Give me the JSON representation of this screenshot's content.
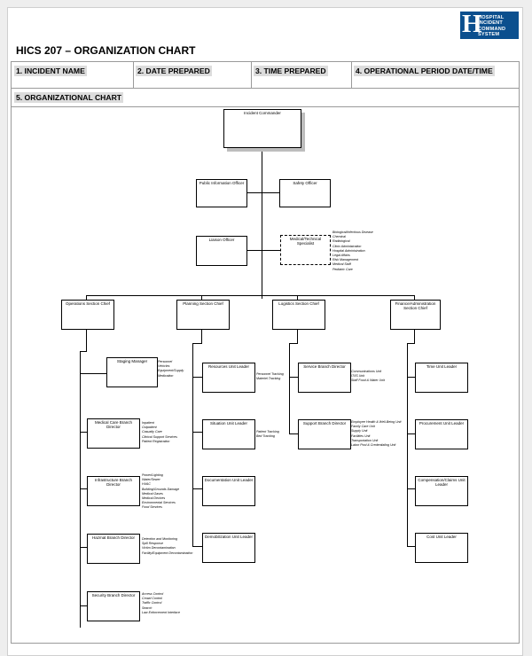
{
  "logo": {
    "letter": "H",
    "lines": [
      "HOSPITAL",
      "INCIDENT",
      "COMMAND",
      "SYSTEM"
    ],
    "color": "#0b4f8e"
  },
  "title": "HICS 207 – ORGANIZATION CHART",
  "header_fields": [
    {
      "label": "1. INCIDENT NAME"
    },
    {
      "label": "2. DATE PREPARED"
    },
    {
      "label": "3. TIME PREPARED"
    },
    {
      "label": "4. OPERATIONAL PERIOD DATE/TIME"
    }
  ],
  "section5_label": "5. ORGANIZATIONAL CHART",
  "positions": {
    "incident_commander": "Incident Commander",
    "public_information_officer": "Public Information Officer",
    "safety_officer": "Safety Officer",
    "liaison_officer": "Liaison Officer",
    "medical_technical_specialist": "Medical/Technical Specialist",
    "operations_section_chief": "Operations Section Chief",
    "planning_section_chief": "Planning Section Chief",
    "logistics_section_chief": "Logistics Section Chief",
    "finance_admin_section_chief": "Finance/Administration Section Chief",
    "staging_manager": "Staging Manager",
    "medical_care_branch_director": "Medical Care Branch Director",
    "infrastructure_branch_director": "Infrastructure Branch Director",
    "hazmat_branch_director": "Hazmat Branch Director",
    "security_branch_director": "Security Branch Director",
    "resources_unit_leader": "Resources Unit Leader",
    "situation_unit_leader": "Situation Unit Leader",
    "documentation_unit_leader": "Documentation Unit Leader",
    "demobilization_unit_leader": "Demobilization Unit Leader",
    "service_branch_director": "Service Branch Director",
    "support_branch_director": "Support Branch Director",
    "time_unit_leader": "Time Unit Leader",
    "procurement_unit_leader": "Procurement Unit Leader",
    "compensation_claims_unit_leader": "Compensation/Claims Unit Leader",
    "cost_unit_leader": "Cost Unit Leader"
  },
  "specialist_list": [
    "Biological/Infectious Disease",
    "Chemical",
    "Radiological",
    "Clinic Administration",
    "Hospital Administration",
    "Legal Affairs",
    "Risk Management",
    "Medical Staff",
    "Pediatric Care"
  ],
  "staging_list": [
    "Personnel",
    "Vehicles",
    "Equipment/Supply",
    "Medication"
  ],
  "medical_care_list": [
    "Inpatient",
    "Outpatient",
    "Casualty Care",
    "Clinical Support Services",
    "Patient Registration"
  ],
  "infrastructure_list": [
    "Power/Lighting",
    "Water/Sewer",
    "HVAC",
    "Building/Grounds Damage",
    "Medical Gases",
    "Medical Devices",
    "Environmental Services",
    "Food Services"
  ],
  "hazmat_list": [
    "Detection and Monitoring",
    "Spill Response",
    "Victim Decontamination",
    "Facility/Equipment Decontamination"
  ],
  "security_list": [
    "Access Control",
    "Crowd Control",
    "Traffic Control",
    "Search",
    "Law Enforcement Interface"
  ],
  "resources_list": [
    "Personnel Tracking",
    "Materiel Tracking"
  ],
  "situation_list": [
    "Patient Tracking",
    "Bed Tracking"
  ],
  "service_list": [
    "Communications Unit",
    "IT/IS Unit",
    "Staff Food & Water Unit"
  ],
  "support_list": [
    "Employee Health & Well-Being Unit",
    "Family Care Unit",
    "Supply Unit",
    "Facilities Unit",
    "Transportation Unit",
    "Labor Pool & Credentialing Unit"
  ]
}
